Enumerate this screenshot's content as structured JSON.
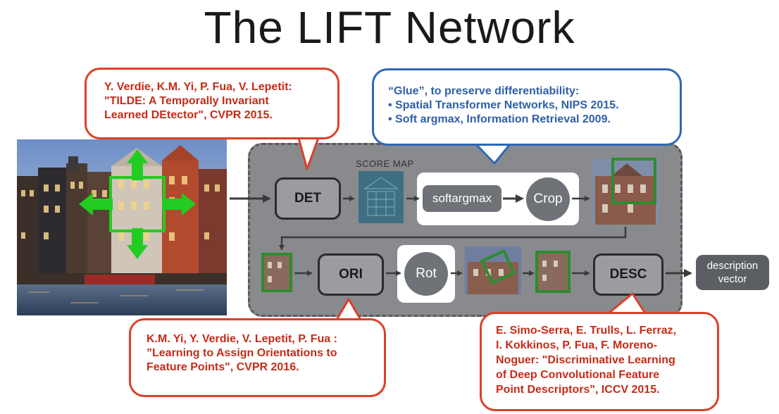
{
  "title": "The LIFT Network",
  "score_map_label": "SCORE MAP",
  "nodes": {
    "det": "DET",
    "softargmax": "softargmax",
    "crop": "Crop",
    "ori": "ORI",
    "rot": "Rot",
    "desc": "DESC"
  },
  "output": {
    "line1": "description",
    "line2": "vector"
  },
  "callouts": {
    "tilde": [
      "Y. Verdie, K.M. Yi, P. Fua, V. Lepetit:",
      "\"TILDE: A Temporally Invariant",
      "Learned DEtector\", CVPR 2015."
    ],
    "glue": [
      "“Glue”, to preserve differentiability:",
      "• Spatial Transformer Networks, NIPS 2015.",
      "• Soft argmax, Information Retrieval 2009."
    ],
    "ori": [
      "K.M. Yi, Y. Verdie, V. Lepetit, P. Fua :",
      "”Learning to Assign Orientations to",
      "Feature Points\", CVPR 2016."
    ],
    "desc": [
      "E. Simo-Serra, E. Trulls, L. Ferraz,",
      "I. Kokkinos, P. Fua, F. Moreno-",
      "Noguer: \"Discriminative Learning",
      "of Deep Convolutional Feature",
      "Point Descriptors\", ICCV 2015."
    ]
  },
  "colors": {
    "callout_red": "#d9412a",
    "callout_blue": "#2f68b5",
    "patch_green": "#2e8b2e",
    "arrow_green": "#22cc22"
  }
}
